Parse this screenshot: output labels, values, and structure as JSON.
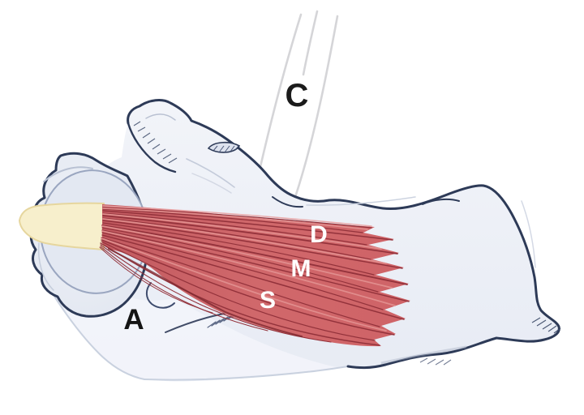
{
  "figure": {
    "background_color": "#ffffff",
    "labels": {
      "c": {
        "text": "C",
        "color": "#1b1b1b"
      },
      "a": {
        "text": "A",
        "color": "#141414"
      },
      "d": {
        "text": "D",
        "color": "#ffffff"
      },
      "m": {
        "text": "M",
        "color": "#ffffff"
      },
      "s": {
        "text": "S",
        "color": "#ffffff"
      }
    },
    "colors": {
      "bone_outline_navy": "#2d3a57",
      "bone_fill_light": "#eff1f8",
      "bone_fill_shadow": "#e7ebf4",
      "clavicle_gray": "#d5d5d8",
      "tendon_cream": "#f7efcc",
      "tendon_edge": "#e6d69e",
      "muscle_red": "#d0686b",
      "muscle_fiber_dark": "#93323b",
      "muscle_fiber_light": "#e2908f",
      "faint_edge_gray": "#c9d1df"
    }
  }
}
